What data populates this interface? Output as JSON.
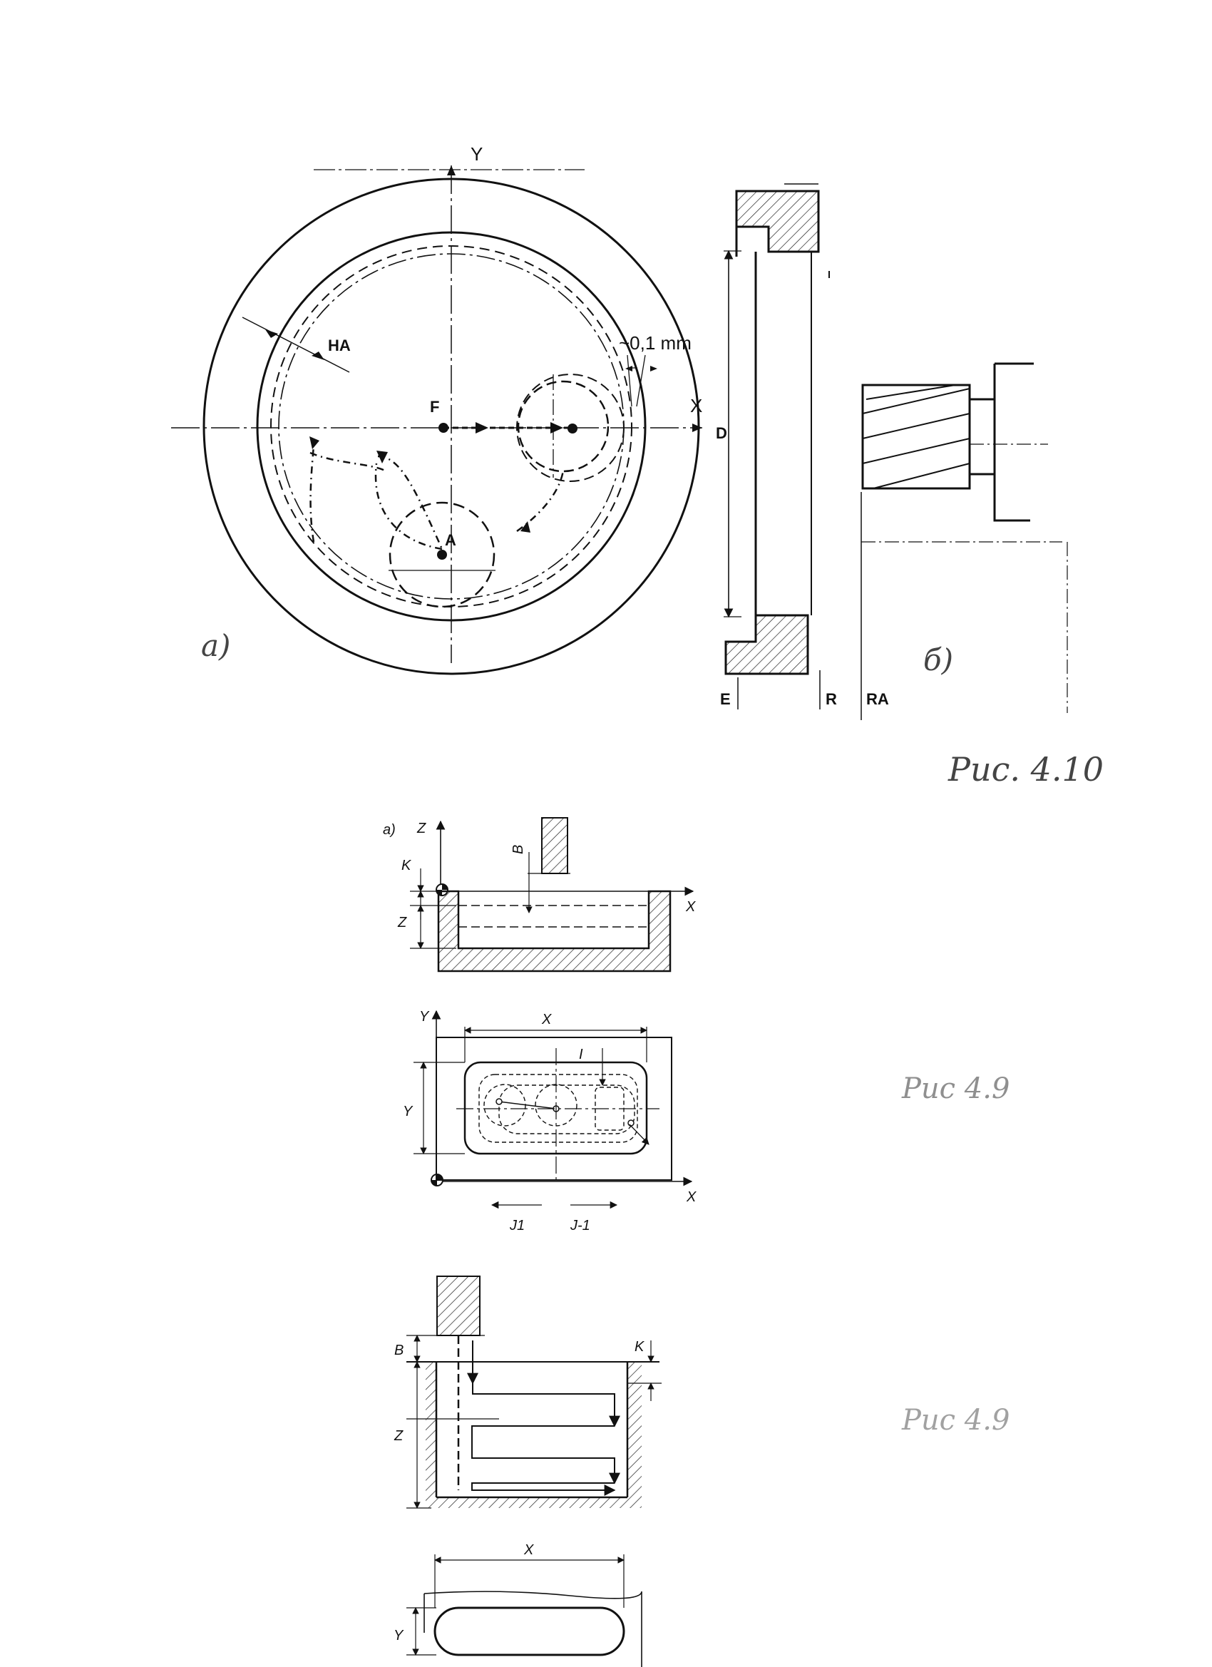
{
  "figure_410": {
    "panel_a": {
      "axis_y": "Y",
      "axis_x": "X",
      "label_F": "F",
      "label_A": "A",
      "label_D": "D",
      "label_HA": "HA",
      "clearance": "~0,1 mm",
      "sublabel": "a)"
    },
    "panel_b": {
      "label_E": "E",
      "label_R": "R",
      "label_RA": "RA",
      "sublabel": "б)"
    },
    "caption": "Рис. 4.10"
  },
  "figure_49_top": {
    "section": {
      "sublabel": "a)",
      "axis_z": "Z",
      "axis_x": "X",
      "dim_B": "B",
      "dim_K": "K",
      "dim_Z": "Z"
    },
    "plan": {
      "axis_y": "Y",
      "axis_x": "X",
      "dim_x": "X",
      "dim_y": "Y",
      "dim_I": "I",
      "label_J1": "J1",
      "label_Jm1": "J-1"
    },
    "caption": "Рис 4.9"
  },
  "figure_49_bottom": {
    "section": {
      "dim_B": "B",
      "dim_K": "K",
      "dim_Z": "Z"
    },
    "plan": {
      "dim_x": "X",
      "dim_y": "Y"
    },
    "caption": "Рис 4.9"
  }
}
